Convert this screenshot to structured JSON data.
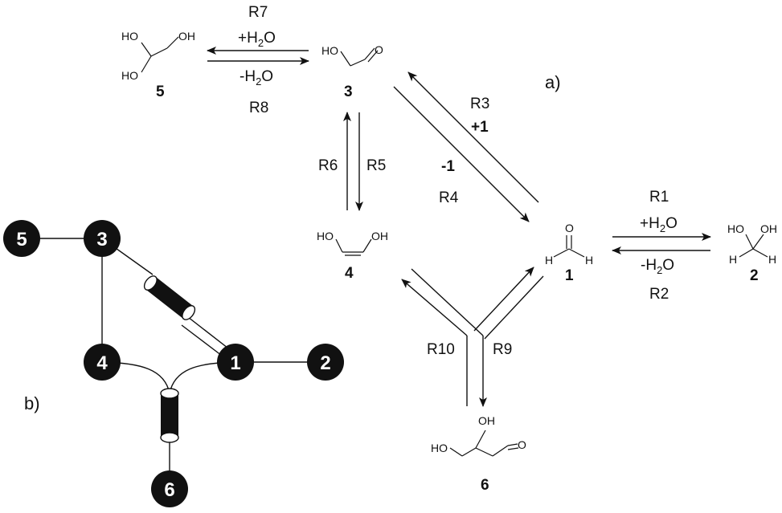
{
  "panel_a_label": "a)",
  "panel_b_label": "b)",
  "reactions": {
    "R1": "R1",
    "R2": "R2",
    "R3": "R3",
    "R4": "R4",
    "R5": "R5",
    "R6": "R6",
    "R7": "R7",
    "R8": "R8",
    "R9": "R9",
    "R10": "R10"
  },
  "conditions": {
    "r1_plus": "+H",
    "r1_plus_sub": "2",
    "r1_plus_tail": "O",
    "r2_minus": "-H",
    "r2_minus_sub": "2",
    "r2_minus_tail": "O",
    "r7_plus": "+H",
    "r7_plus_sub": "2",
    "r7_plus_tail": "O",
    "r8_minus": "-H",
    "r8_minus_sub": "2",
    "r8_minus_tail": "O",
    "r3_plus_prefix": "+",
    "r3_plus_num": "1",
    "r4_minus_prefix": "-",
    "r4_minus_num": "1"
  },
  "compounds": {
    "c1": "1",
    "c2": "2",
    "c3": "3",
    "c4": "4",
    "c5": "5",
    "c6": "6"
  },
  "atoms": {
    "oh": "OH",
    "ho": "HO",
    "o": "O",
    "h": "H"
  },
  "graph_nodes": [
    "1",
    "2",
    "3",
    "4",
    "5",
    "6"
  ]
}
